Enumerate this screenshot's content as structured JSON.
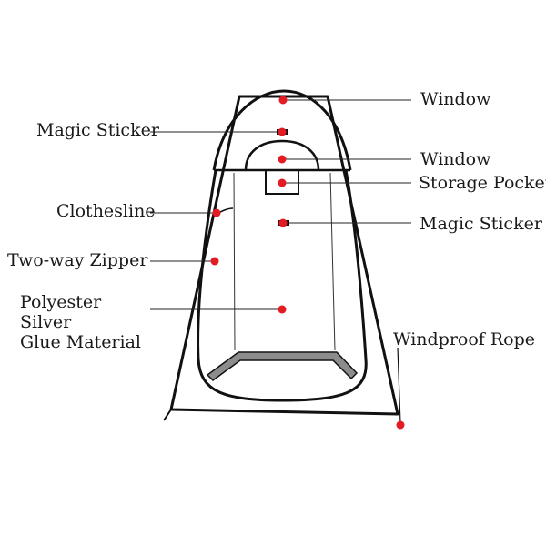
{
  "colors": {
    "outline": "#111111",
    "marker": "#e31b23",
    "floor": "#8c8c8c",
    "leader": "#222222"
  },
  "labels": {
    "window_top": "Window",
    "magic_sticker_left": "Magic Sticker",
    "window_middle": "Window",
    "storage_pocket": "Storage  Pocket",
    "clothesline": "Clothesline",
    "magic_sticker_right": "Magic Sticker",
    "two_way_zipper": "Two-way Zipper",
    "polyester_line1": "Polyester Silver",
    "polyester_line2": "Glue Material",
    "windproof_rope": "Windproof  Rope"
  }
}
